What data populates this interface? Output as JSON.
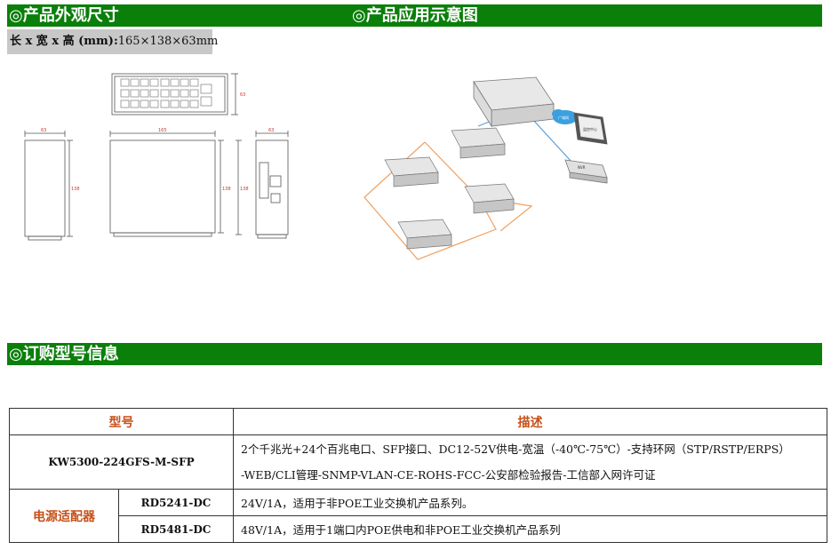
{
  "sections": {
    "dimensions_title": "◎产品外观尺寸",
    "application_title": "◎产品应用示意图",
    "ordering_title": "◎订购型号信息"
  },
  "dimensions": {
    "label": "长 x 宽 x 高 (mm):",
    "value": "165×138×63mm"
  },
  "drawing_labels": {
    "width_63_left": "63",
    "length_165": "165",
    "width_63_right": "63",
    "depth_138_left": "138",
    "depth_138_mid": "138",
    "depth_138_right": "138",
    "height_63_top": "63"
  },
  "diagram_labels": {
    "cloud": "广域网",
    "server": "监控中心",
    "nvr": "NVR"
  },
  "table": {
    "header_model": "型号",
    "header_desc": "描述",
    "rows": [
      {
        "model": "KW5300-224GFS-M-SFP",
        "desc_line1": "2个千兆光+24个百兆电口、SFP接口、DC12-52V供电-宽温（-40℃-75℃）-支持环网（STP/RSTP/ERPS）",
        "desc_line2": "-WEB/CLI管理-SNMP-VLAN-CE-ROHS-FCC-公安部检验报告-工信部入网许可证"
      }
    ],
    "adapter_label": "电源适配器",
    "adapters": [
      {
        "model": "RD5241-DC",
        "desc": "24V/1A，适用于非POE工业交换机产品系列。"
      },
      {
        "model": "RD5481-DC",
        "desc": "48V/1A，适用于1端口内POE供电和非POE工业交换机产品系列"
      }
    ]
  }
}
